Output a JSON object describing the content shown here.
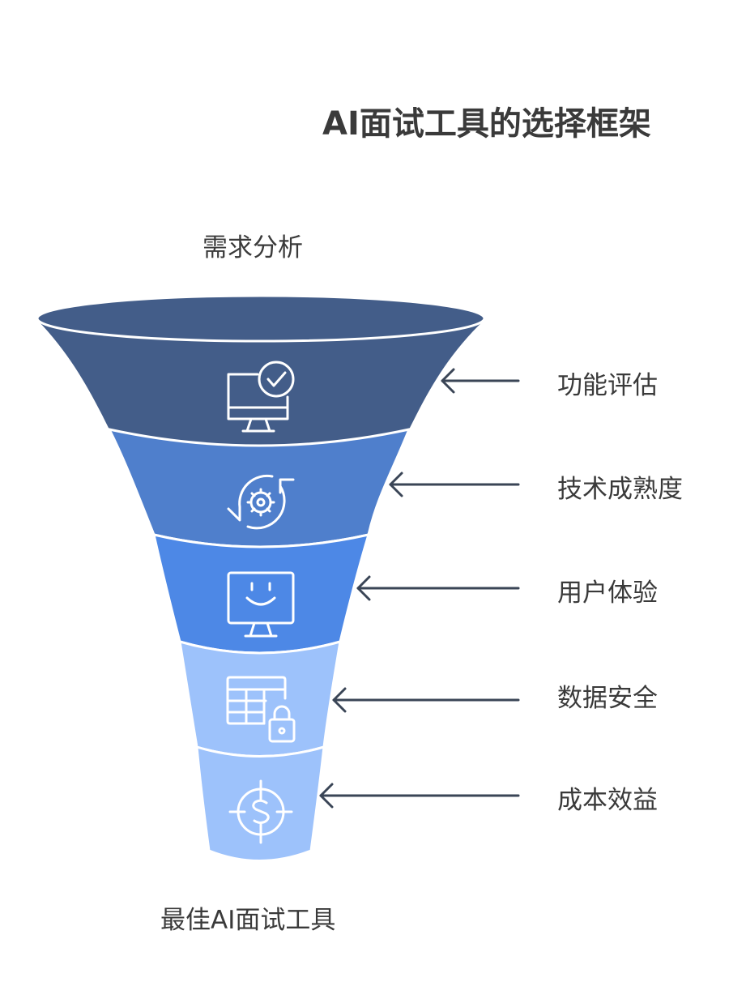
{
  "title": "AI面试工具的选择框架",
  "top_label": "需求分析",
  "bottom_label": "最佳AI面试工具",
  "stages": [
    {
      "label": "功能评估",
      "icon": "monitor-check-icon",
      "color": "#435D89"
    },
    {
      "label": "技术成熟度",
      "icon": "gear-refresh-icon",
      "color": "#4F7FCC"
    },
    {
      "label": "用户体验",
      "icon": "monitor-smile-icon",
      "color": "#4D88E6"
    },
    {
      "label": "数据安全",
      "icon": "table-lock-icon",
      "color": "#9DC2FB"
    },
    {
      "label": "成本效益",
      "icon": "dollar-target-icon",
      "color": "#9DC2FB"
    }
  ],
  "colors": {
    "text": "#3A3A3A",
    "arrow": "#3A4556",
    "icon_stroke": "#FFFFFF"
  }
}
